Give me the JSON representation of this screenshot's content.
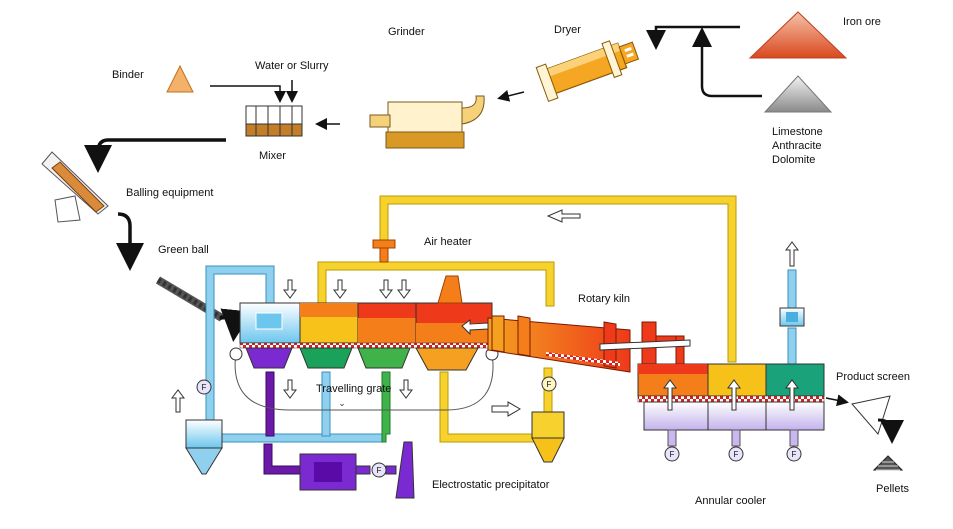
{
  "labels": {
    "iron_ore": "Iron ore",
    "grinder": "Grinder",
    "dryer": "Dryer",
    "binder": "Binder",
    "water_slurry": "Water or Slurry",
    "mixer": "Mixer",
    "limestone": "Limestone",
    "anthracite": "Anthracite",
    "dolomite": "Dolomite",
    "balling_equipment": "Balling equipment",
    "green_ball": "Green ball",
    "air_heater": "Air heater",
    "rotary_kiln": "Rotary kiln",
    "travelling_grate": "Travelling grate",
    "product_screen": "Product screen",
    "electrostatic_precipitator": "Electrostatic precipitator",
    "annular_cooler": "Annular cooler",
    "pellets": "Pellets",
    "fan": "F"
  },
  "colors": {
    "duct_yellow": "#f7d12e",
    "duct_blue": "#8fd0ee",
    "duct_purple": "#6a1aa6",
    "duct_green": "#3fb34a",
    "iron_ore": "#d9481e",
    "limestone": "#9a9a9a",
    "binder": "#f0a040",
    "dryer": "#f5a623",
    "grinder": "#e0a83a",
    "kiln_red": "#ee3a1a",
    "kiln_orange": "#f5a020",
    "cooler_orange": "#f47f1a",
    "cooler_yellow": "#f6c21a",
    "cooler_green": "#1aa27a",
    "hood_purple": "#d4c4ef"
  }
}
